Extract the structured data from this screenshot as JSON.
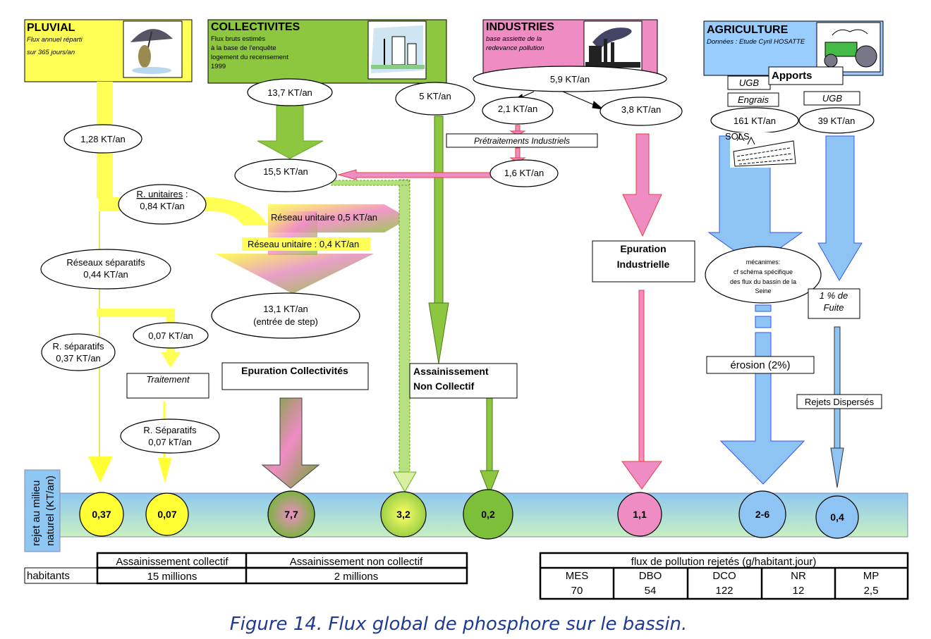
{
  "colors": {
    "pluvial": "#ffff55",
    "collectivites": "#8dc63f",
    "industries": "#ef8cc4",
    "agriculture": "#99ccff",
    "band": "#a8d8f0"
  },
  "headers": {
    "pluvial": {
      "title": "PLUVIAL",
      "lines": [
        "Flux annuel réparti",
        "sur 365 jours/an"
      ],
      "icon": "rain-umbrella-icon"
    },
    "collectivites": {
      "title": "COLLECTIVITES",
      "lines": [
        "Flux bruts estimés",
        "à la base de l'enquête",
        "logement du recensement",
        "1999"
      ],
      "icon": "city-icon"
    },
    "industries": {
      "title": "INDUSTRIES",
      "lines": [
        "base  assiette de la",
        "redevance pollution"
      ],
      "icon": "factory-icon"
    },
    "agriculture": {
      "title": "AGRICULTURE",
      "lines": [
        "Données : Etude Cyril HOSATTE"
      ],
      "icon": "tractor-icon"
    }
  },
  "flows": {
    "pluvial_total": "1,28 KT/an",
    "r_unitaires_label": "R. unitaires",
    "r_unitaires_colon": " :",
    "r_unitaires_value": "0,84 KT/an",
    "reseaux_separatifs": [
      "Réseaux séparatifs",
      "0,44 KT/an"
    ],
    "sep_traitement": "0,07 KT/an",
    "r_separatifs": [
      "R. séparatifs",
      "0,37 KT/an"
    ],
    "r_separatifs_traite": [
      "R. Séparatifs",
      "0,07 kT/an"
    ],
    "traitement": "Traitement",
    "reseau_unitaire_05": "Réseau unitaire  0,5 KT/an",
    "reseau_unitaire_04": "Réseau unitaire : 0,4  KT/an",
    "coll_brut": "13,7 KT/an",
    "coll_total": "15,5 KT/an",
    "entree_step": [
      "13,1 KT/an",
      "(entrée de step)"
    ],
    "epuration_collectivites": "Epuration Collectivités",
    "anc_flux": "5 KT/an",
    "anc_label": [
      "Assainissement",
      "Non Collectif"
    ],
    "ind_total": "5,9 KT/an",
    "ind_raccorde": "2,1 KT/an",
    "ind_isole": "3,8 KT/an",
    "pretraitements": "Prétraitements Industriels",
    "ind_apres_pretraitement": "1,6 KT/an",
    "epuration_industrielle": [
      "Epuration",
      "Industrielle"
    ],
    "ugb_1": "UGB",
    "apports": "Apports",
    "engrais": "Engrais",
    "ugb_2": "UGB",
    "agri_engrais": "161 KT/an",
    "agri_ugb": "39 KT/an",
    "sols": "SOLS",
    "sols_icon": "field-icon",
    "mecanismes": [
      "mécanimes:",
      "cf schéma spécifique",
      "des flux du bassin de la",
      "Seine"
    ],
    "fuite": [
      "1 % de",
      "Fuite"
    ],
    "erosion": "érosion (2%)",
    "rejets_disperses": "Rejets Dispersés"
  },
  "band": {
    "label": [
      "rejet au milieu",
      "naturel (KT/an)"
    ],
    "values": [
      "0,37",
      "0,07",
      "7,7",
      "3,2",
      "0,2",
      "1,1",
      "2-6",
      "0,4"
    ]
  },
  "table_left": {
    "headers": [
      "Assainissement  collectif",
      "Assainissement non collectif"
    ],
    "row_label": "habitants",
    "row": [
      "15 millions",
      "2 millions"
    ]
  },
  "table_right": {
    "title": "flux de pollution rejetés (g/habitant.jour)",
    "headers": [
      "MES",
      "DBO",
      "DCO",
      "NR",
      "MP"
    ],
    "values": [
      "70",
      "54",
      "122",
      "12",
      "2,5"
    ]
  },
  "caption": "Figure 14. Flux global de phosphore sur le bassin."
}
